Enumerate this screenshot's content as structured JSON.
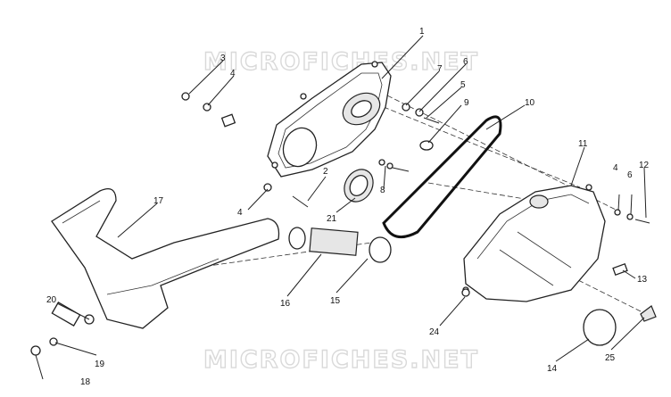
{
  "watermark": "MICROFICHES.NET",
  "callouts": [
    "1",
    "2",
    "3",
    "4",
    "4",
    "4",
    "5",
    "6",
    "6",
    "7",
    "8",
    "9",
    "10",
    "11",
    "12",
    "13",
    "14",
    "15",
    "16",
    "17",
    "18",
    "19",
    "20",
    "21",
    "24",
    "25"
  ],
  "colors": {
    "line": "#222222",
    "watermark": "#d9d9d9",
    "background": "#ffffff"
  }
}
